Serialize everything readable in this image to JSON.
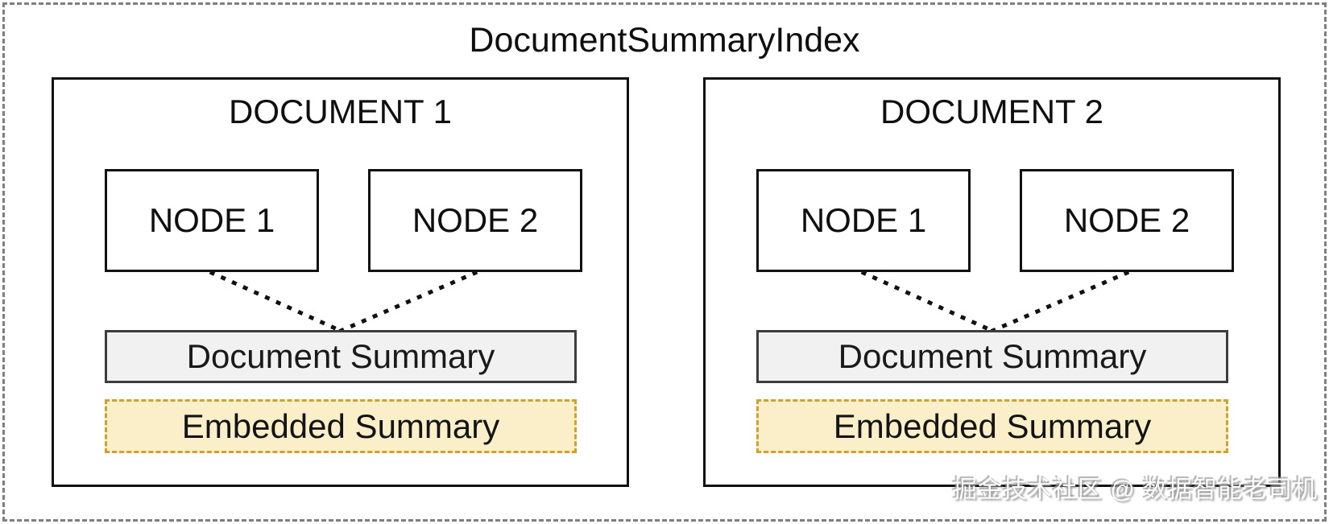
{
  "title": "DocumentSummaryIndex",
  "documents": [
    {
      "title": "DOCUMENT 1",
      "nodes": [
        "NODE 1",
        "NODE 2"
      ],
      "summary_label": "Document Summary",
      "embedded_label": "Embedded Summary"
    },
    {
      "title": "DOCUMENT 2",
      "nodes": [
        "NODE 1",
        "NODE 2"
      ],
      "summary_label": "Document Summary",
      "embedded_label": "Embedded Summary"
    }
  ],
  "watermark": "掘金技术社区 @ 数据智能老司机",
  "colors": {
    "embedded_background": "#FAEFC8",
    "embedded_border": "#CFA12D",
    "summary_background": "#F1F1F1",
    "summary_border": "#3D3D3D",
    "box_border": "#111111",
    "outer_frame_border": "#7F7F7F",
    "dotted_link": "#111111"
  }
}
